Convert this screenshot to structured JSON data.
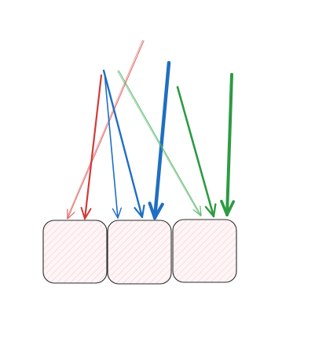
{
  "colors": {
    "background": "#ffffff",
    "box_stroke": "#2b2b2b",
    "box_fill": "#fbe3e6",
    "box_hatch": "#f0b9c1",
    "red": "#d23a3a",
    "red_light": "#e06a6a",
    "blue": "#1f6fc2",
    "green": "#2e9a44",
    "green_light": "#5cb86e"
  },
  "boxes": [
    {
      "id": "box-left"
    },
    {
      "id": "box-middle"
    },
    {
      "id": "box-right"
    }
  ],
  "arrows": [
    {
      "id": "arrow-red-thin",
      "color": "red_light",
      "target": "box-left"
    },
    {
      "id": "arrow-red",
      "color": "red",
      "target": "box-left"
    },
    {
      "id": "arrow-blue-thin",
      "color": "blue",
      "target": "box-middle"
    },
    {
      "id": "arrow-blue-medium",
      "color": "blue",
      "target": "box-middle"
    },
    {
      "id": "arrow-blue-thick",
      "color": "blue",
      "target": "box-middle"
    },
    {
      "id": "arrow-green-thin",
      "color": "green_light",
      "target": "box-right"
    },
    {
      "id": "arrow-green-medium",
      "color": "green",
      "target": "box-right"
    },
    {
      "id": "arrow-green-thick",
      "color": "green",
      "target": "box-right"
    }
  ]
}
